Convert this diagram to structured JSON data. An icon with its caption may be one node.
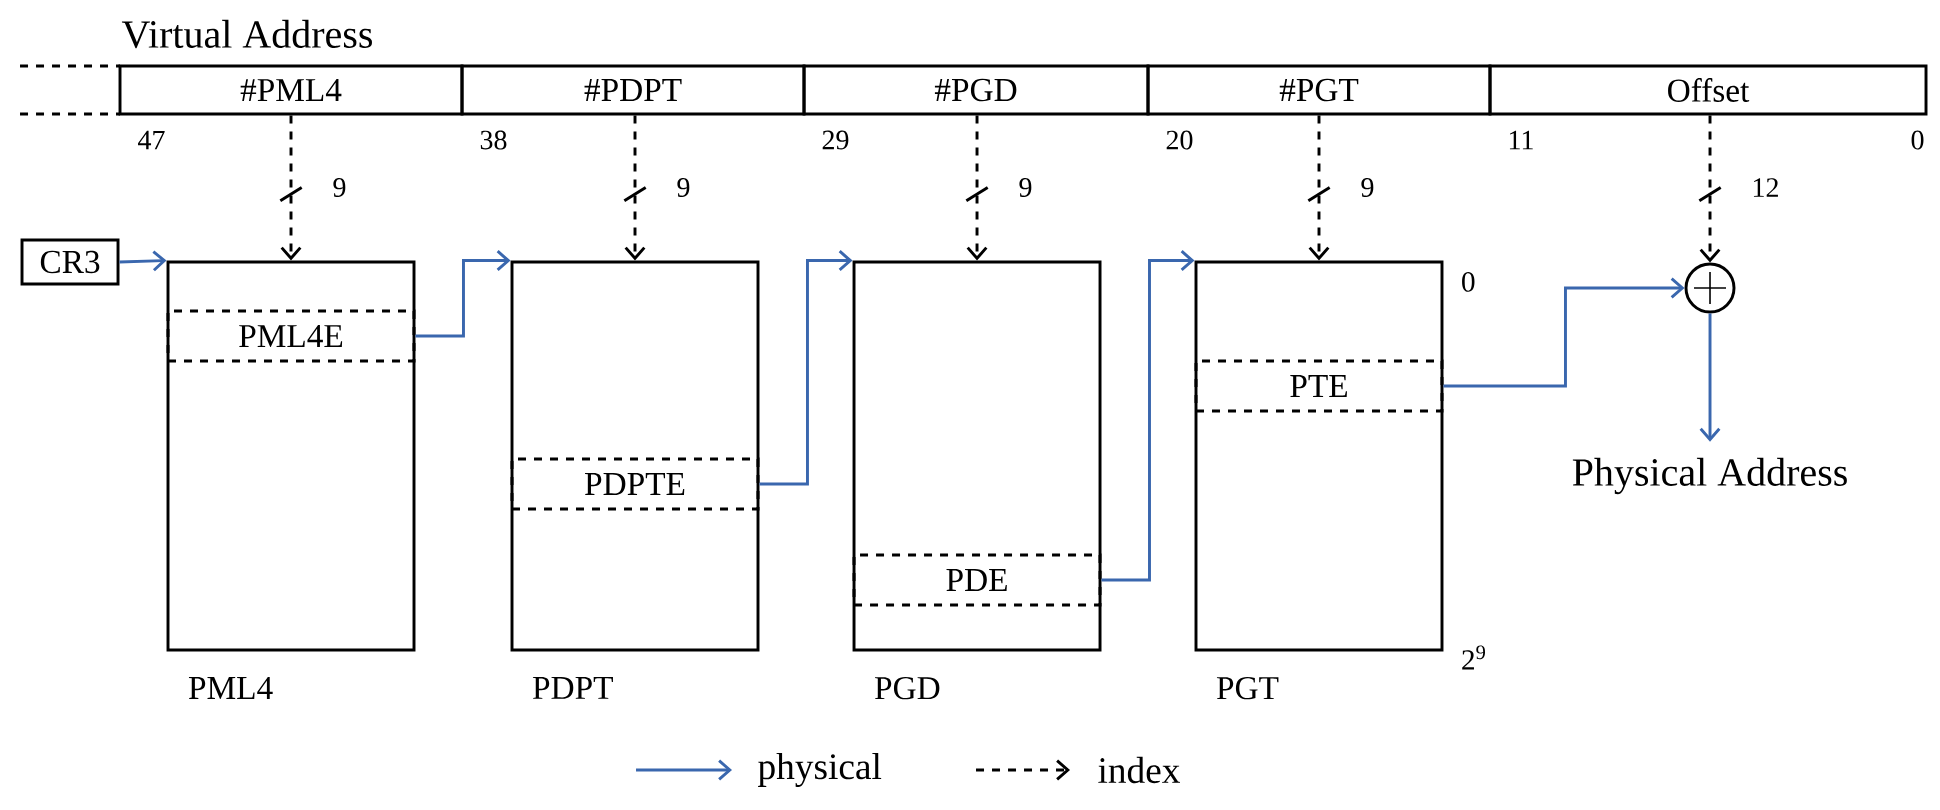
{
  "diagram": {
    "title": "Virtual Address",
    "nodes": [
      {
        "text": [
          "#PML4"
        ],
        "beside": [
          "47"
        ]
      },
      {
        "text": [
          "#PDPT"
        ],
        "beside": [
          "38"
        ]
      },
      {
        "text": [
          "#PGD"
        ],
        "beside": [
          "29"
        ]
      },
      {
        "text": [
          "#PGT"
        ],
        "beside": [
          "20"
        ]
      },
      {
        "text": [
          "Offset"
        ],
        "beside": [
          "11",
          "0"
        ]
      },
      {
        "text": [
          "CR3"
        ]
      },
      {
        "text": [
          "PML4"
        ]
      },
      {
        "text": [
          "PML4E"
        ],
        "in": 6
      },
      {
        "text": [
          "PDPT"
        ]
      },
      {
        "text": [
          "PDPTE"
        ],
        "in": 8
      },
      {
        "text": [
          "PGD"
        ]
      },
      {
        "text": [
          "PDE"
        ],
        "in": 10
      },
      {
        "text": [
          "PGT"
        ],
        "beside": [
          "0",
          "2$^{9}$"
        ]
      },
      {
        "text": [
          "PTE"
        ],
        "in": 12
      },
      {
        "text": [],
        "shape": "circle"
      },
      {
        "text": [
          "Physical Address"
        ]
      }
    ],
    "edges": [
      {
        "from": 0,
        "to": 6,
        "arrow": "to",
        "style": "dashed",
        "color": "#000000",
        "label": "9"
      },
      {
        "from": 1,
        "to": 8,
        "arrow": "to",
        "style": "dashed",
        "color": "#000000",
        "label": "9"
      },
      {
        "from": 2,
        "to": 10,
        "arrow": "to",
        "style": "dashed",
        "color": "#000000",
        "label": "9"
      },
      {
        "from": 3,
        "to": 12,
        "arrow": "to",
        "style": "dashed",
        "color": "#000000",
        "label": "9"
      },
      {
        "from": 4,
        "to": 14,
        "arrow": "to",
        "style": "dashed",
        "color": "#000000",
        "label": "12"
      },
      {
        "from": 5,
        "to": 6,
        "arrow": "to",
        "color": "#3a67ae"
      },
      {
        "from": 7,
        "to": 8,
        "arrow": "to",
        "color": "#3a67ae"
      },
      {
        "from": 9,
        "to": 10,
        "arrow": "to",
        "color": "#3a67ae"
      },
      {
        "from": 11,
        "to": 12,
        "arrow": "to",
        "color": "#3a67ae"
      },
      {
        "from": 13,
        "to": 14,
        "arrow": "to",
        "color": "#3a67ae"
      },
      {
        "from": 14,
        "to": 15,
        "arrow": "to",
        "color": "#3a67ae"
      }
    ],
    "legend": [
      {
        "text": "physical"
      },
      {
        "text": "index"
      }
    ]
  }
}
